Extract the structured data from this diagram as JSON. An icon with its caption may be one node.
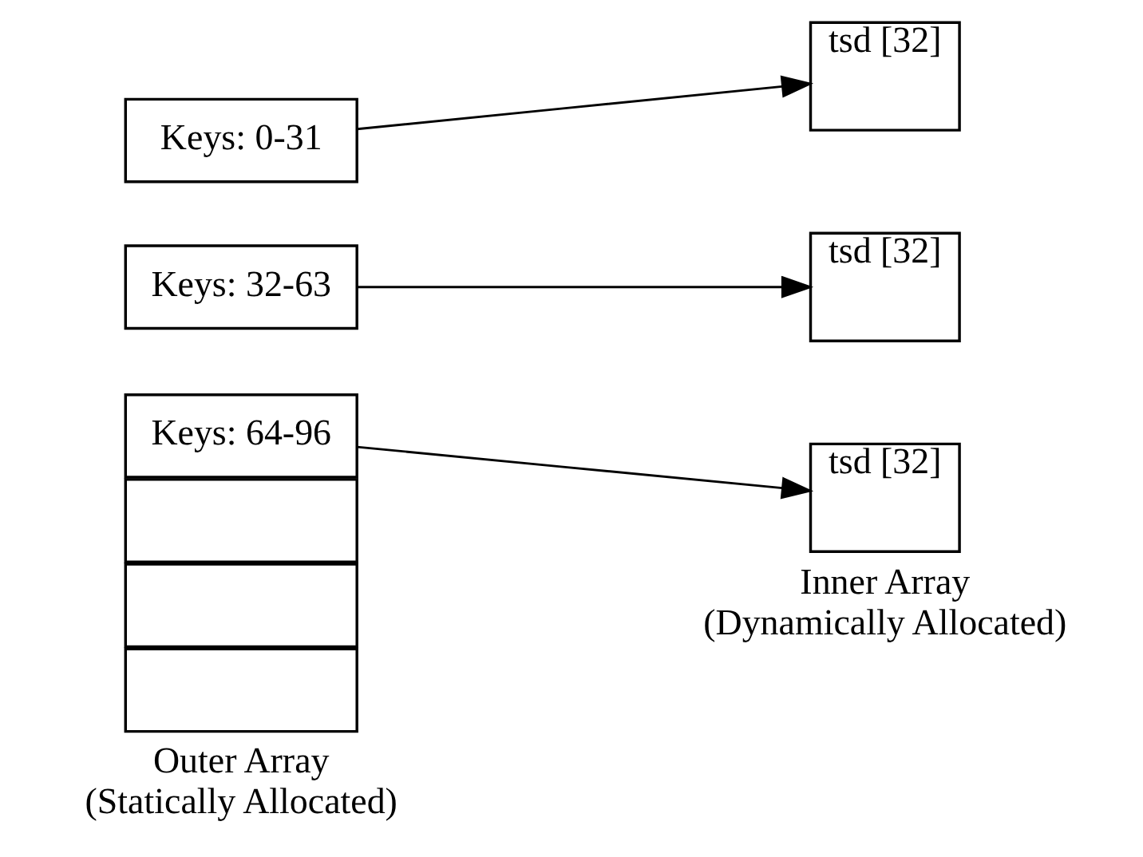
{
  "diagram": {
    "nodes": [
      {
        "text": [
          "Keys: 0-31"
        ]
      },
      {
        "text": [
          "Keys: 32-63"
        ]
      },
      {
        "text": [
          "Keys: 64-96"
        ]
      },
      {
        "text": [],
        "shape": "box"
      },
      {
        "text": [],
        "shape": "box"
      },
      {
        "text": [],
        "shape": "box"
      },
      {
        "text": [
          "tsd [32]"
        ]
      },
      {
        "text": [
          "tsd [32]"
        ]
      },
      {
        "text": [
          "tsd [32]"
        ]
      }
    ],
    "edges": [
      {
        "from": 0,
        "to": 6,
        "arrow": "to"
      },
      {
        "from": 1,
        "to": 7,
        "arrow": "to"
      },
      {
        "from": 2,
        "to": 8,
        "arrow": "to"
      }
    ],
    "labels": [
      "Outer Array (Statically Allocated)",
      "Inner Array (Dynamically Allocated)"
    ]
  }
}
